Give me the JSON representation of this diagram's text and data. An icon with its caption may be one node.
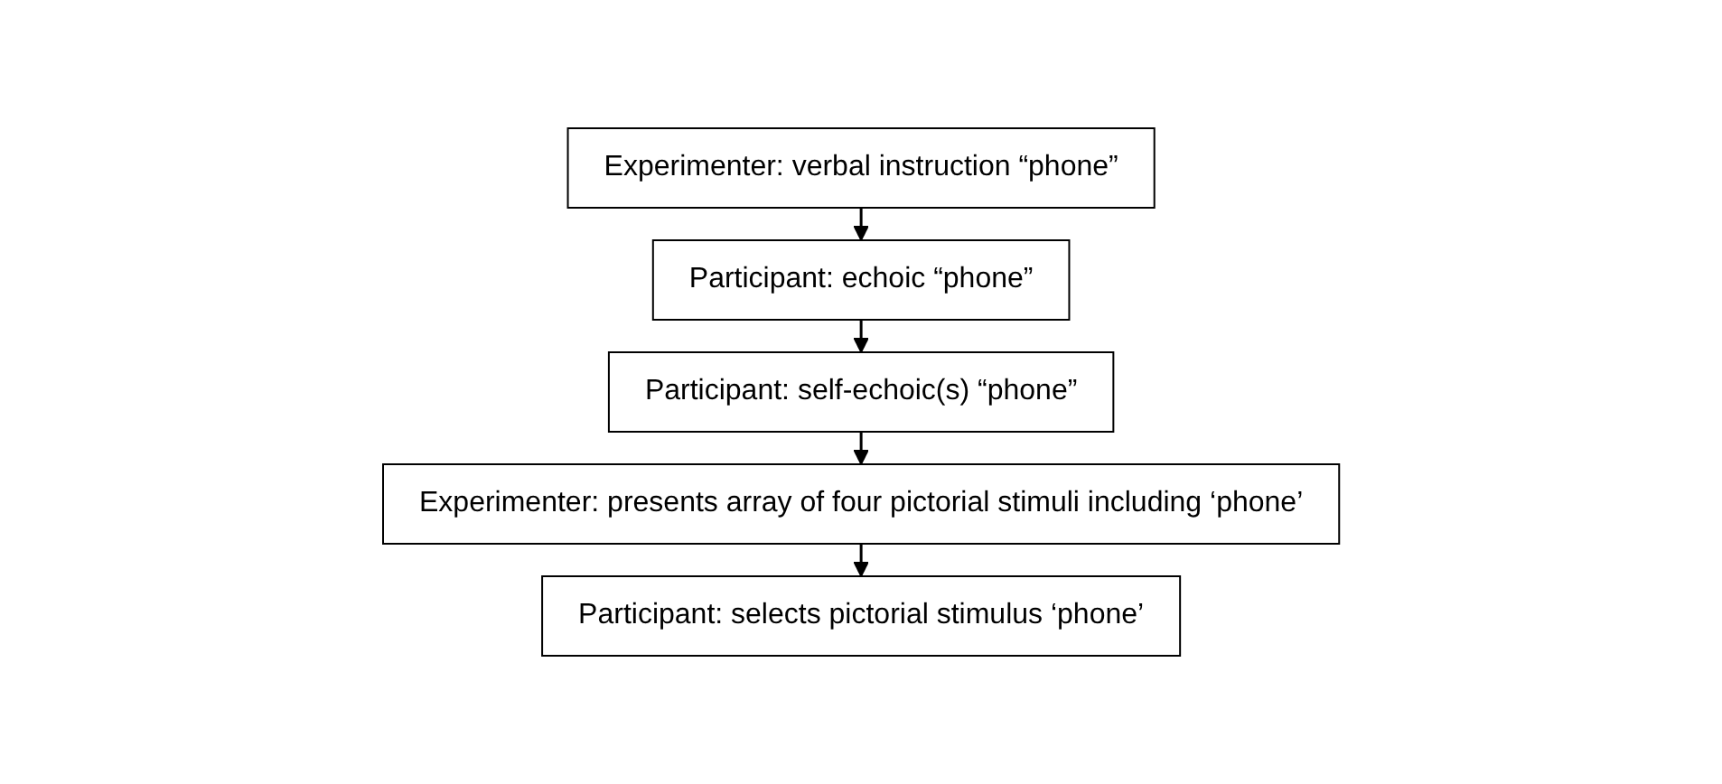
{
  "diagram": {
    "nodes": [
      {
        "text": [
          "Experimenter: verbal instruction “phone”"
        ]
      },
      {
        "text": [
          "Participant: echoic “phone”"
        ]
      },
      {
        "text": [
          "Participant: self-echoic(s) “phone”"
        ]
      },
      {
        "text": [
          "Experimenter: presents array of four pictorial stimuli including ‘phone’"
        ]
      },
      {
        "text": [
          "Participant: selects pictorial stimulus ‘phone’"
        ]
      }
    ],
    "edges": [
      {
        "from": 0,
        "to": 1,
        "arrow": "to"
      },
      {
        "from": 1,
        "to": 2,
        "arrow": "to"
      },
      {
        "from": 2,
        "to": 3,
        "arrow": "to"
      },
      {
        "from": 3,
        "to": 4,
        "arrow": "to"
      }
    ]
  }
}
